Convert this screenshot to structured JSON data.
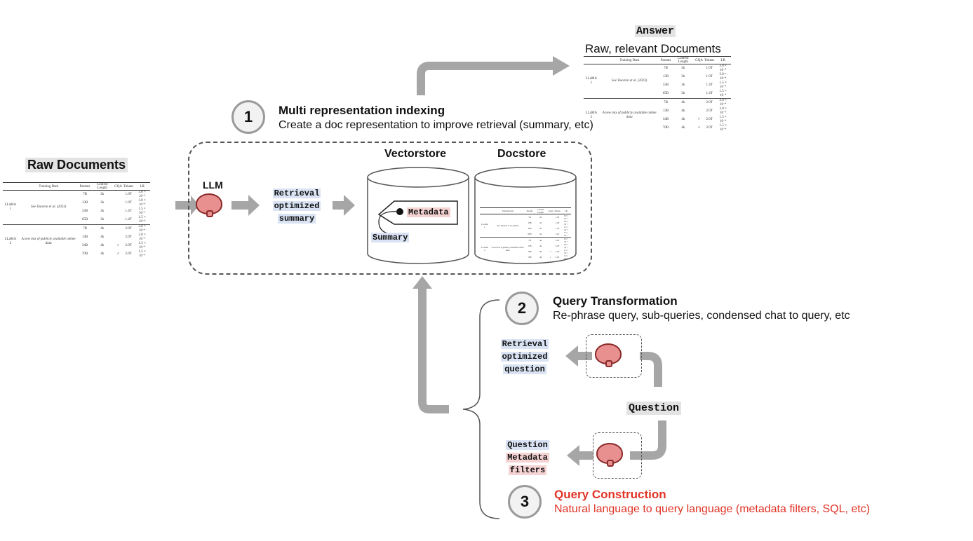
{
  "answer": {
    "label": "Answer",
    "subtitle": "Raw, relevant Documents"
  },
  "raw_docs": {
    "label": "Raw Documents"
  },
  "step1": {
    "num": "1",
    "title": "Multi representation indexing",
    "desc": "Create a doc representation to improve retrieval (summary, etc)"
  },
  "step2": {
    "num": "2",
    "title": "Query Transformation",
    "desc": "Re-phrase query, sub-queries, condensed chat to query, etc"
  },
  "step3": {
    "num": "3",
    "title": "Query Construction",
    "desc": "Natural language to query language (metadata filters, SQL, etc)"
  },
  "index": {
    "llm_label": "LLM",
    "summary_lines": [
      "Retrieval",
      "optimized",
      "summary"
    ],
    "vectorstore": "Vectorstore",
    "docstore": "Docstore",
    "metadata": "Metadata",
    "summary_tag": "Summary"
  },
  "query": {
    "question": "Question",
    "rq_lines": [
      "Retrieval",
      "optimized",
      "question"
    ],
    "qm_lines": [
      "Question",
      "Metadata",
      "filters"
    ]
  },
  "table": {
    "headers": [
      "Training Data",
      "Params",
      "Context Length",
      "GQA",
      "Tokens",
      "LR"
    ],
    "group1_name": "LLaMA 1",
    "group1_data": "See Touvron et al. (2023)",
    "group2_name": "LLaMA 2",
    "group2_data": "A new mix of publicly available online data",
    "rows1": [
      [
        "7B",
        "2k",
        "",
        "1.0T",
        "3.0 × 10⁻⁴"
      ],
      [
        "13B",
        "2k",
        "",
        "1.0T",
        "3.0 × 10⁻⁴"
      ],
      [
        "33B",
        "2k",
        "",
        "1.4T",
        "1.5 × 10⁻⁴"
      ],
      [
        "65B",
        "2k",
        "",
        "1.4T",
        "1.5 × 10⁻⁴"
      ]
    ],
    "rows2": [
      [
        "7B",
        "4k",
        "",
        "2.0T",
        "3.0 × 10⁻⁴"
      ],
      [
        "13B",
        "4k",
        "",
        "2.0T",
        "3.0 × 10⁻⁴"
      ],
      [
        "34B",
        "4k",
        "✓",
        "2.0T",
        "1.5 × 10⁻⁴"
      ],
      [
        "70B",
        "4k",
        "✓",
        "2.0T",
        "1.5 × 10⁻⁴"
      ]
    ]
  },
  "colors": {
    "arrow": "#a6a6a6",
    "red": "#e03426",
    "blue_hl": "#d9e3f3",
    "pink_hl": "#f6d3d3",
    "grey_hl": "#e3e3e3",
    "brain": "#e88f8f"
  }
}
